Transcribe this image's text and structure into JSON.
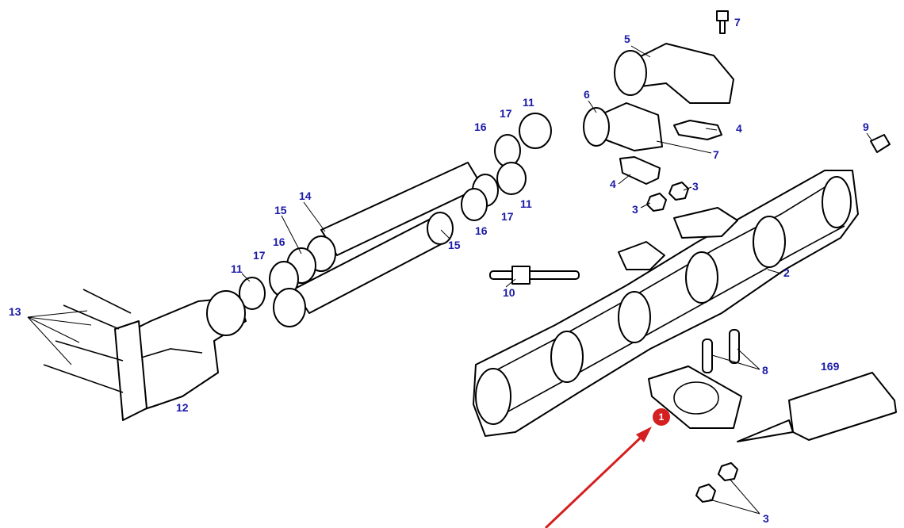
{
  "labels": {
    "p1": "1",
    "p2": "2",
    "p3a": "3",
    "p3b": "3",
    "p3c": "3",
    "p4a": "4",
    "p4b": "4",
    "p5": "5",
    "p6": "6",
    "p7a": "7",
    "p7b": "7",
    "p8": "8",
    "p9": "9",
    "p10": "10",
    "p11a": "11",
    "p11b": "11",
    "p11c": "11",
    "p12": "12",
    "p13": "13",
    "p14": "14",
    "p15a": "15",
    "p15b": "15",
    "p16a": "16",
    "p16b": "16",
    "p16c": "16",
    "p17a": "17",
    "p17b": "17",
    "p17c": "17",
    "p169": "169"
  },
  "colors": {
    "label": "#1a1aa8",
    "highlight": "#d42020",
    "line": "#000000"
  }
}
